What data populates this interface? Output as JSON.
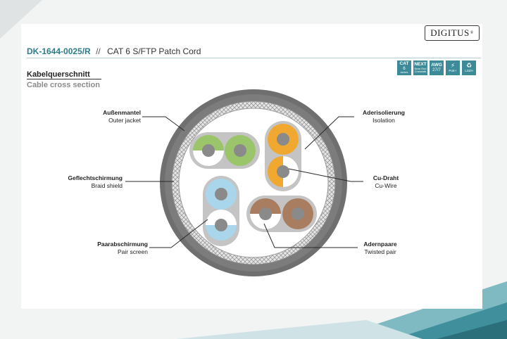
{
  "header": {
    "product_code": "DK-1644-0025/R",
    "separator": "//",
    "product_name": "CAT 6 S/FTP Patch Cord",
    "brand": "DIGITUS",
    "brand_mark": "®"
  },
  "titles": {
    "de": "Kabelquerschnitt",
    "en": "Cable cross section"
  },
  "badges": [
    {
      "top": "CAT",
      "mid": "6",
      "bot": "series"
    },
    {
      "top": "NEXT",
      "mid": "Near End",
      "bot": "Crosstalk"
    },
    {
      "top": "AWG",
      "mid": "27/7",
      "bot": ""
    },
    {
      "symbol": "⚡",
      "bot": "PoE+"
    },
    {
      "symbol": "♻",
      "bot": "LSZH"
    }
  ],
  "labels": {
    "outer_jacket": {
      "de": "Außenmantel",
      "en": "Outer jacket"
    },
    "braid_shield": {
      "de": "Geflechtschirmung",
      "en": "Braid shield"
    },
    "pair_screen": {
      "de": "Paarabschirmung",
      "en": "Pair screen"
    },
    "isolation": {
      "de": "Aderisolierung",
      "en": "Isolation"
    },
    "cu_wire": {
      "de": "Cu-Draht",
      "en": "Cu-Wire"
    },
    "twisted_pair": {
      "de": "Adernpaare",
      "en": "Twisted pair"
    }
  },
  "colors": {
    "accent": "#2c7d8b",
    "jacket": "#6f6f6f",
    "braid": "#d6d6d6",
    "screen": "#c4c4c4",
    "pair_green": "#9bc56a",
    "pair_orange": "#f0a830",
    "pair_blue": "#a9d6ea",
    "pair_brown": "#a97d5f",
    "conductor": "#8a8a8a"
  }
}
